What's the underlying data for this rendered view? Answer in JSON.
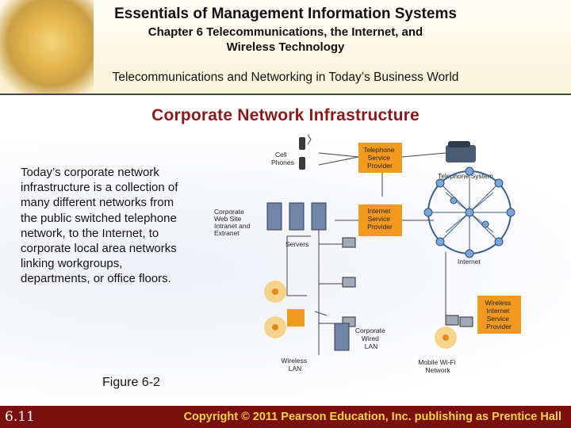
{
  "header": {
    "title": "Essentials of Management Information Systems",
    "subtitle_line1": "Chapter 6 Telecommunications, the Internet, and",
    "subtitle_line2": "Wireless Technology",
    "section": "Telecommunications and Networking in Today’s Business World"
  },
  "slide": {
    "title": "Corporate Network Infrastructure",
    "body": "Today’s corporate network infrastructure is a collection of many different networks from the public switched telephone network, to the Internet, to corporate local area networks linking workgroups, departments, or office floors.",
    "caption": "Figure 6-2"
  },
  "diagram": {
    "cell_phones": [
      "Cell",
      "Phones"
    ],
    "telephone_provider": [
      "Telephone",
      "Service",
      "Provider"
    ],
    "telephone_system": "Telephone System",
    "corporate_web": [
      "Corporate",
      "Web Site",
      "Intranet and",
      "Extranet"
    ],
    "servers": "Servers",
    "internet_provider": [
      "Internet",
      "Service",
      "Provider"
    ],
    "internet": "Internet",
    "wireless_provider": [
      "Wireless",
      "Internet",
      "Service",
      "Provider"
    ],
    "corporate_lan": [
      "Corporate",
      "Wired",
      "LAN"
    ],
    "wireless_lan": [
      "Wireless",
      "LAN"
    ],
    "mobile_wifi": [
      "Mobile Wi-Fi",
      "Network"
    ],
    "colors": {
      "orange": "#f29a1f",
      "blue": "#3a5f8c"
    }
  },
  "footer": {
    "page": "6.11",
    "copyright": "Copyright © 2011 Pearson Education, Inc. publishing as Prentice Hall"
  }
}
